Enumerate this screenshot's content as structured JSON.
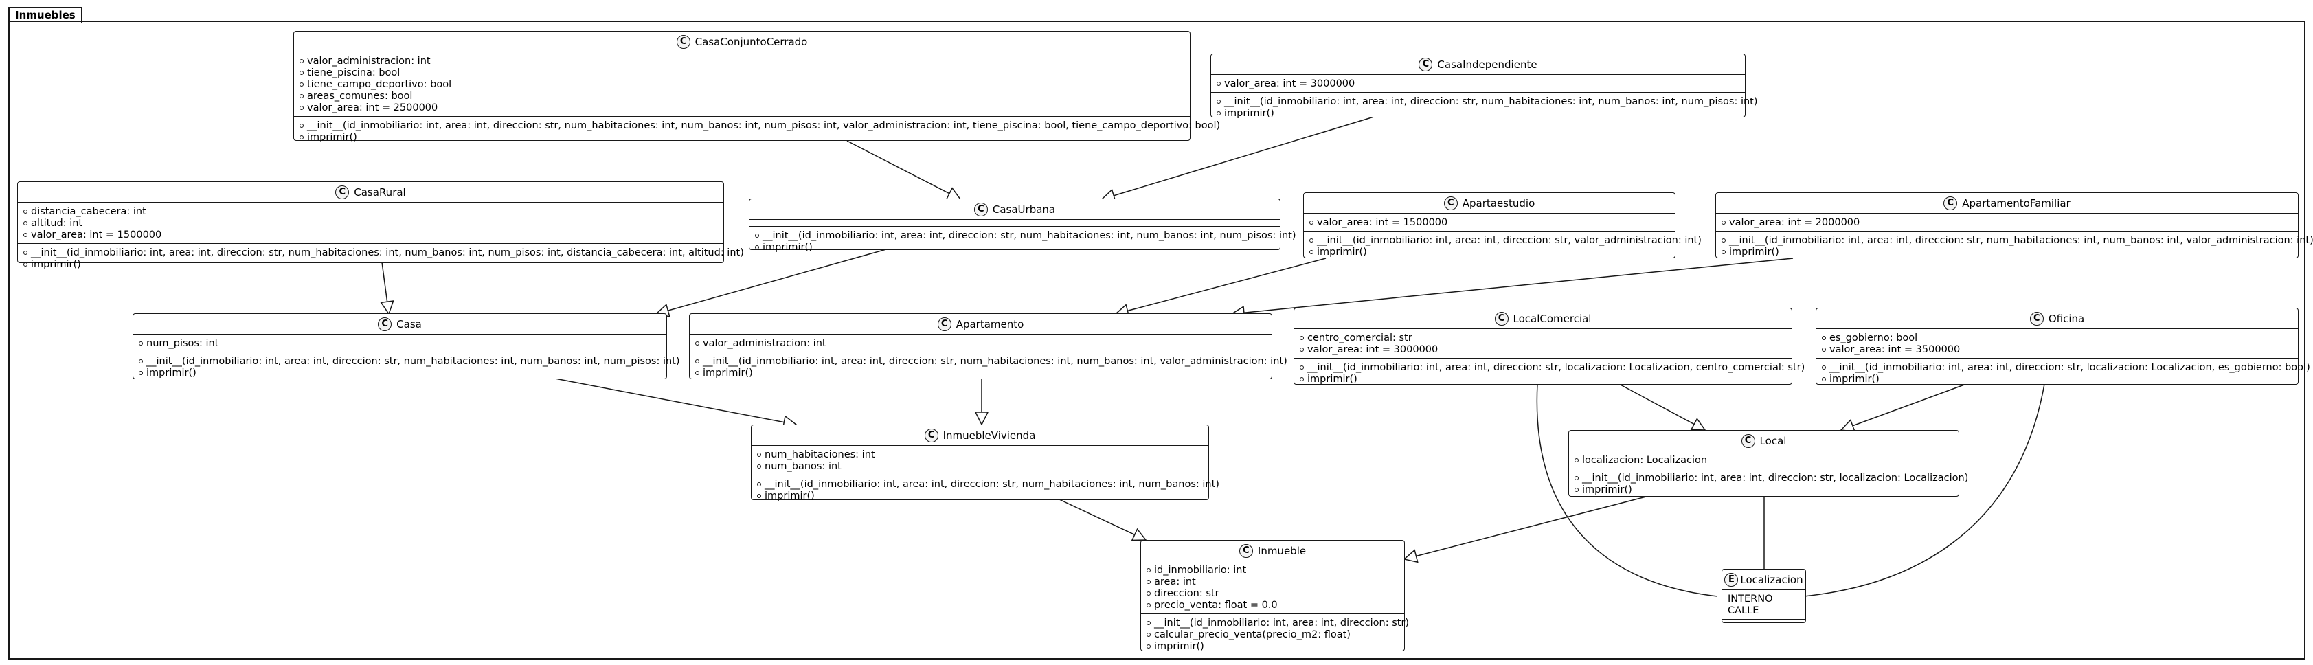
{
  "package": {
    "name": "Inmuebles"
  },
  "classes": {
    "casaconjunto": {
      "name": "CasaConjuntoCerrado",
      "stereotype": "C",
      "attributes": [
        "valor_administracion: int",
        "tiene_piscina: bool",
        "tiene_campo_deportivo: bool",
        "areas_comunes: bool",
        "valor_area: int = 2500000"
      ],
      "methods": [
        "__init__(id_inmobiliario: int, area: int, direccion: str, num_habitaciones: int, num_banos: int, num_pisos: int, valor_administracion: int, tiene_piscina: bool, tiene_campo_deportivo: bool)",
        "imprimir()"
      ]
    },
    "casaindependiente": {
      "name": "CasaIndependiente",
      "stereotype": "C",
      "attributes": [
        "valor_area: int = 3000000"
      ],
      "methods": [
        "__init__(id_inmobiliario: int, area: int, direccion: str, num_habitaciones: int, num_banos: int, num_pisos: int)",
        "imprimir()"
      ]
    },
    "casarural": {
      "name": "CasaRural",
      "stereotype": "C",
      "attributes": [
        "distancia_cabecera: int",
        "altitud: int",
        "valor_area: int = 1500000"
      ],
      "methods": [
        "__init__(id_inmobiliario: int, area: int, direccion: str, num_habitaciones: int, num_banos: int, num_pisos: int, distancia_cabecera: int, altitud: int)",
        "imprimir()"
      ]
    },
    "casaurbana": {
      "name": "CasaUrbana",
      "stereotype": "C",
      "attributes": [],
      "methods": [
        "__init__(id_inmobiliario: int, area: int, direccion: str, num_habitaciones: int, num_banos: int, num_pisos: int)",
        "imprimir()"
      ]
    },
    "apartaestudio": {
      "name": "Apartaestudio",
      "stereotype": "C",
      "attributes": [
        "valor_area: int = 1500000"
      ],
      "methods": [
        "__init__(id_inmobiliario: int, area: int, direccion: str, valor_administracion: int)",
        "imprimir()"
      ]
    },
    "apartamentofamiliar": {
      "name": "ApartamentoFamiliar",
      "stereotype": "C",
      "attributes": [
        "valor_area: int = 2000000"
      ],
      "methods": [
        "__init__(id_inmobiliario: int, area: int, direccion: str, num_habitaciones: int, num_banos: int, valor_administracion: int)",
        "imprimir()"
      ]
    },
    "casa": {
      "name": "Casa",
      "stereotype": "C",
      "attributes": [
        "num_pisos: int"
      ],
      "methods": [
        "__init__(id_inmobiliario: int, area: int, direccion: str, num_habitaciones: int, num_banos: int, num_pisos: int)",
        "imprimir()"
      ]
    },
    "apartamento": {
      "name": "Apartamento",
      "stereotype": "C",
      "attributes": [
        "valor_administracion: int"
      ],
      "methods": [
        "__init__(id_inmobiliario: int, area: int, direccion: str, num_habitaciones: int, num_banos: int, valor_administracion: int)",
        "imprimir()"
      ]
    },
    "localcomercial": {
      "name": "LocalComercial",
      "stereotype": "C",
      "attributes": [
        "centro_comercial: str",
        "valor_area: int = 3000000"
      ],
      "methods": [
        "__init__(id_inmobiliario: int, area: int, direccion: str, localizacion: Localizacion, centro_comercial: str)",
        "imprimir()"
      ]
    },
    "oficina": {
      "name": "Oficina",
      "stereotype": "C",
      "attributes": [
        "es_gobierno: bool",
        "valor_area: int = 3500000"
      ],
      "methods": [
        "__init__(id_inmobiliario: int, area: int, direccion: str, localizacion: Localizacion, es_gobierno: bool)",
        "imprimir()"
      ]
    },
    "local": {
      "name": "Local",
      "stereotype": "C",
      "attributes": [
        "localizacion: Localizacion"
      ],
      "methods": [
        "__init__(id_inmobiliario: int, area: int, direccion: str, localizacion: Localizacion)",
        "imprimir()"
      ]
    },
    "inmueblevivienda": {
      "name": "InmuebleVivienda",
      "stereotype": "C",
      "attributes": [
        "num_habitaciones: int",
        "num_banos: int"
      ],
      "methods": [
        "__init__(id_inmobiliario: int, area: int, direccion: str, num_habitaciones: int, num_banos: int)",
        "imprimir()"
      ]
    },
    "inmueble": {
      "name": "Inmueble",
      "stereotype": "C",
      "attributes": [
        "id_inmobiliario: int",
        "area: int",
        "direccion: str",
        "precio_venta: float = 0.0"
      ],
      "methods": [
        "__init__(id_inmobiliario: int, area: int, direccion: str)",
        "calcular_precio_venta(precio_m2: float)",
        "imprimir()"
      ]
    },
    "localizacion": {
      "name": "Localizacion",
      "stereotype": "E",
      "values": [
        "INTERNO",
        "CALLE"
      ]
    }
  }
}
